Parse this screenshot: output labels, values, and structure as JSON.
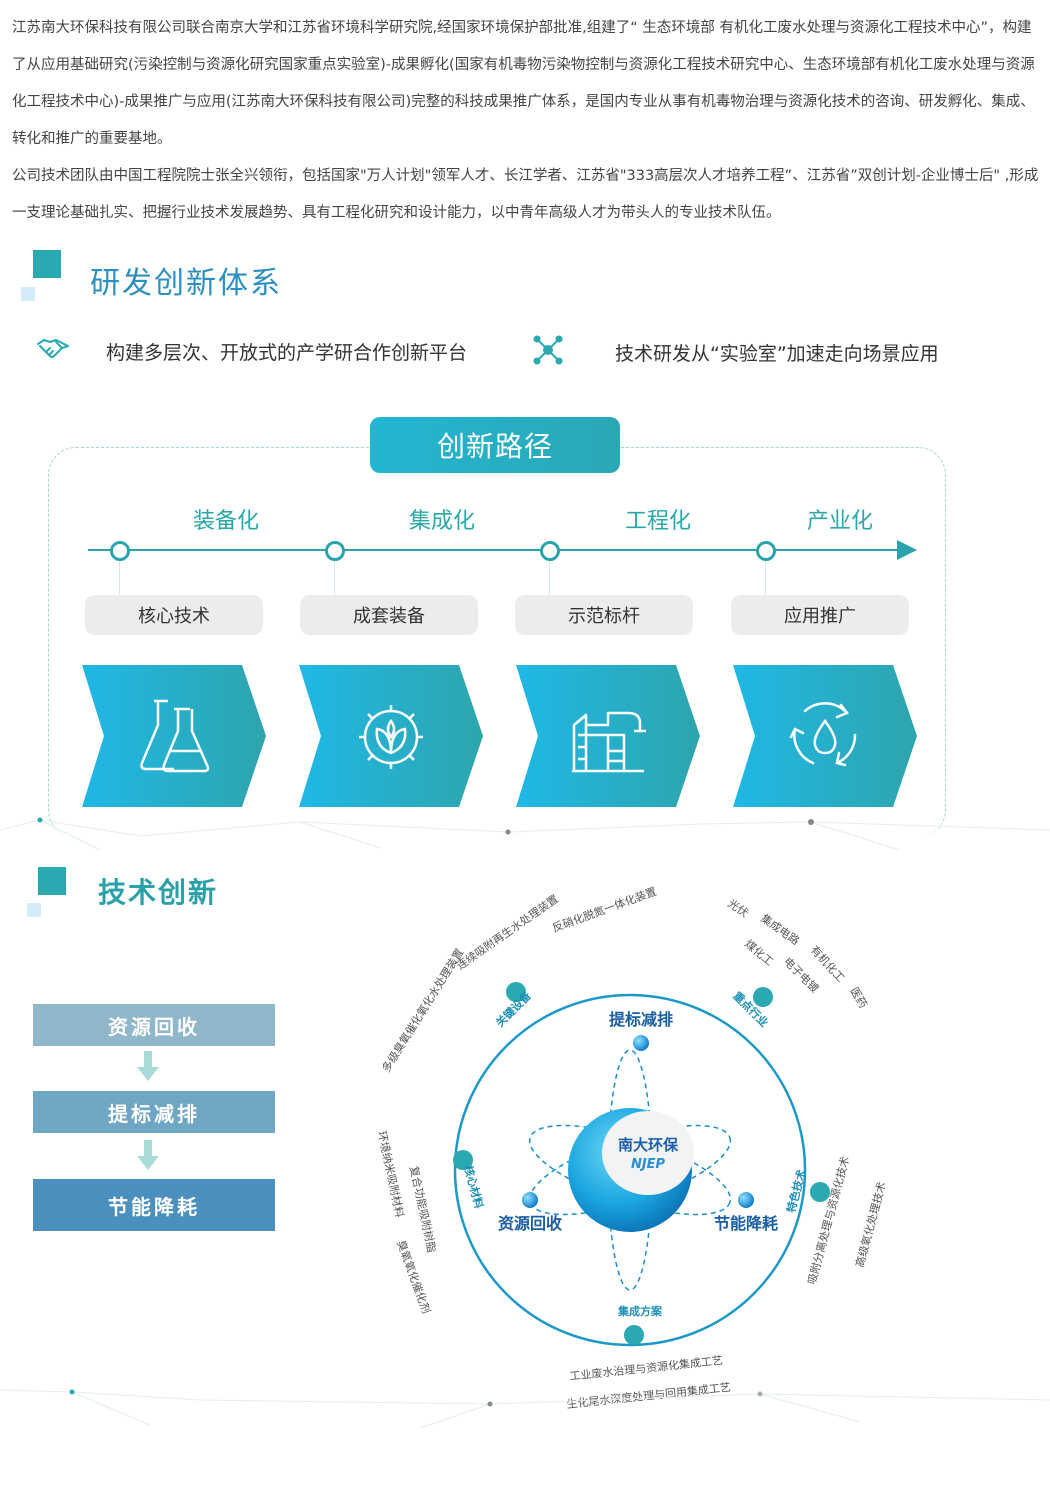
{
  "intro": {
    "paragraph1": "江苏南大环保科技有限公司联合南京大学和江苏省环境科学研究院,经国家环境保护部批准,组建了“ 生态环境部 有机化工废水处理与资源化工程技术中心”，构建了从应用基础研究(污染控制与资源化研究国家重点实验室)-成果孵化(国家有机毒物污染物控制与资源化工程技术研究中心、生态环境部有机化工废水处理与资源化工程技术中心)-成果推广与应用(江苏南大环保科技有限公司)完整的科技成果推广体系，是国内专业从事有机毒物治理与资源化技术的咨询、研发孵化、集成、转化和推广的重要基地。",
    "paragraph2": "公司技术团队由中国工程院院士张全兴领衔，包括国家\"万人计划\"领军人才、长江学者、江苏省\"333高层次人才培养工程”、江苏省”双创计划-企业博士后\" ,形成一支理论基础扎实、把握行业技术发展趋势、具有工程化研究和设计能力，以中青年高级人才为带头人的专业技术队伍。"
  },
  "rd_section": {
    "title": "研发创新体系",
    "features": [
      {
        "icon": "handshake-icon",
        "text": "构建多层次、开放式的产学研合作创新平台"
      },
      {
        "icon": "molecule-icon",
        "text": "技术研发从“实验室”加速走向场景应用"
      }
    ]
  },
  "innovation_path": {
    "title": "创新路径",
    "stages": [
      {
        "stage": "装备化",
        "item": "核心技术",
        "icon": "flask-icon"
      },
      {
        "stage": "集成化",
        "item": "成套装备",
        "icon": "gear-leaf-icon"
      },
      {
        "stage": "工程化",
        "item": "示范标杆",
        "icon": "factory-icon"
      },
      {
        "stage": "产业化",
        "item": "应用推广",
        "icon": "recycle-water-icon"
      }
    ]
  },
  "tech_section": {
    "title": "技术创新",
    "flow": [
      "资源回收",
      "提标减排",
      "节能降耗"
    ],
    "core": {
      "name": "南大环保",
      "logo": "NJEP"
    },
    "inner_nodes": [
      "提标减排",
      "资源回收",
      "节能降耗"
    ],
    "ring_nodes": [
      "关键设备",
      "重点行业",
      "核心材料",
      "特色技术",
      "集成方案"
    ],
    "key_equipment": [
      "反硝化脱氮一体化装置",
      "连续吸附再生水处理装置",
      "多级臭氧催化氧化水处理装置"
    ],
    "key_industries": [
      "光伏",
      "集成电路",
      "煤化工",
      "电子电镀",
      "有机化工",
      "医药"
    ],
    "core_materials": [
      "环境纳米吸附材料",
      "复合功能吸附树脂",
      "臭氧氧化催化剂"
    ],
    "featured_tech": [
      "吸附分离处理与资源化技术",
      "高级氧化处理技术"
    ],
    "integrated_solutions": [
      "工业废水治理与资源化集成工艺",
      "生化尾水深度处理与回用集成工艺"
    ]
  },
  "colors": {
    "teal": "#2aa9b0",
    "blue": "#2b8fc0",
    "flow1": "#8fb6c9",
    "flow2": "#5e9cc1",
    "flow3": "#3b85bb"
  }
}
